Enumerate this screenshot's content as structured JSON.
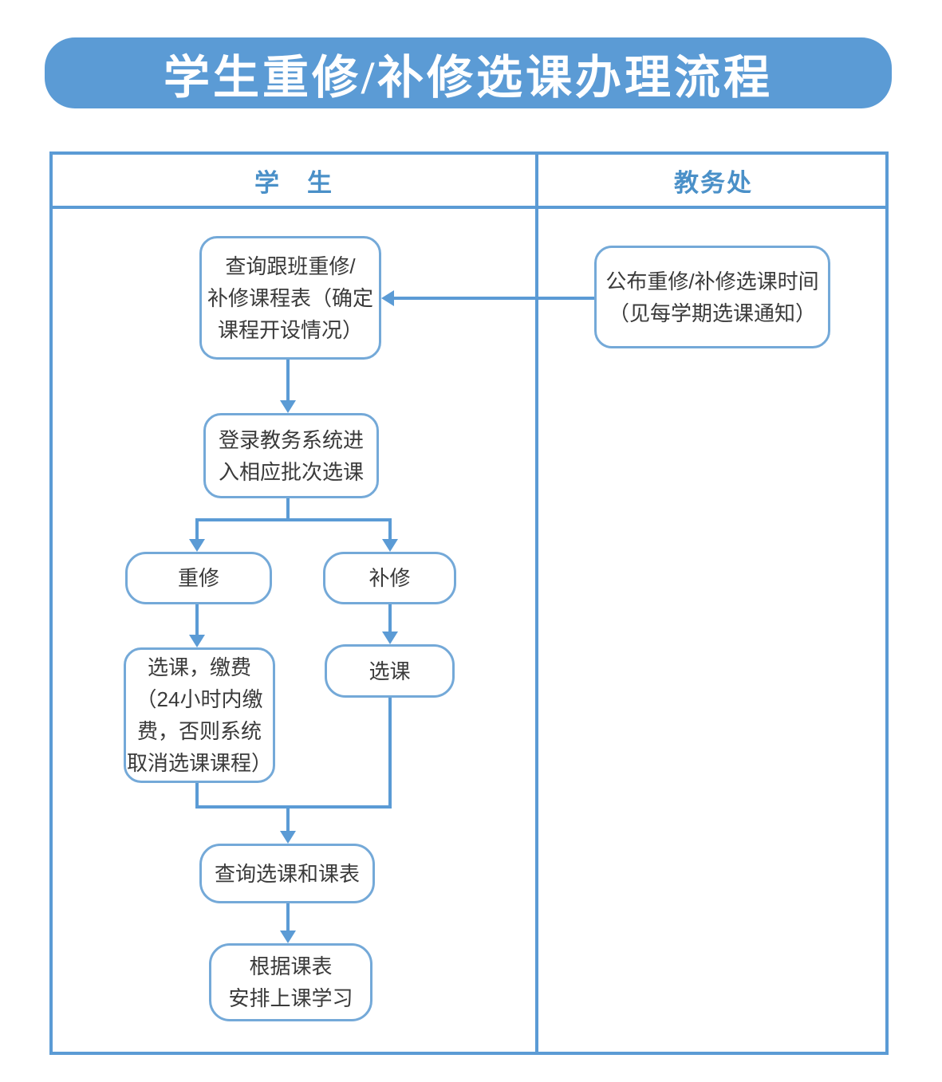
{
  "title": "学生重修/补修选课办理流程",
  "colors": {
    "banner_blue": "#5b9bd5",
    "connector_blue": "#5b9bd5",
    "box_border_blue": "#74a9d8",
    "header_text_blue": "#4a90c8",
    "box_text": "#3a3a3a"
  },
  "columns": [
    {
      "label": "学　生"
    },
    {
      "label": "教务处"
    }
  ],
  "nodes": {
    "query_schedule": "查询跟班重修/\n补修课程表（确定\n课程开设情况）",
    "announce_time": "公布重修/补修选课时间\n（见每学期选课通知）",
    "login_system": "登录教务系统进\n入相应批次选课",
    "retake": "重修",
    "makeup": "补修",
    "select_pay": "选课，缴费\n（24小时内缴\n费，否则系统\n取消选课课程）",
    "select_course": "选课",
    "check_schedule": "查询选课和课表",
    "attend_class": "根据课表\n安排上课学习"
  }
}
